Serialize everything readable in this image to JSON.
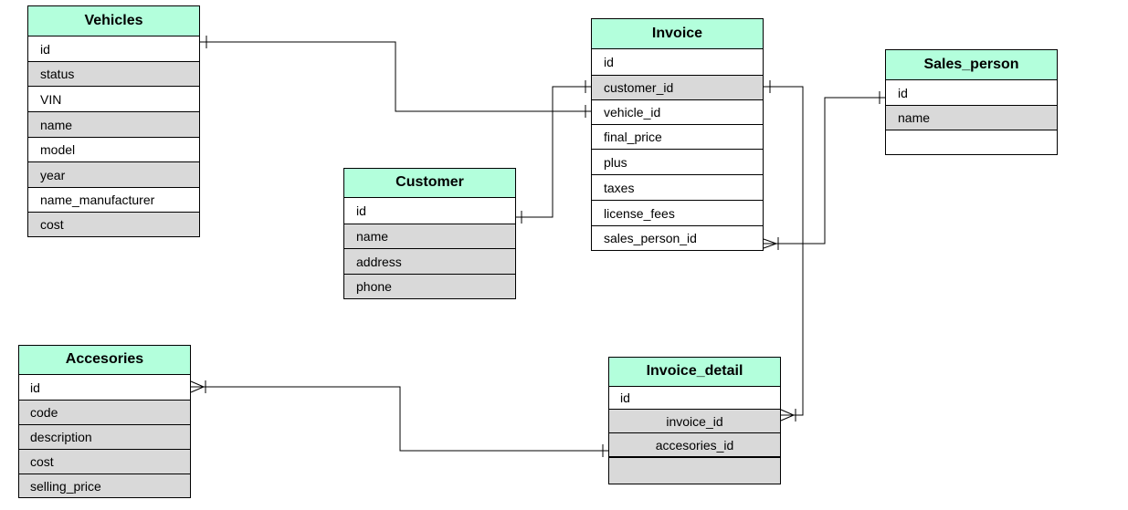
{
  "entities": {
    "vehicles": {
      "title": "Vehicles",
      "fields": [
        "id",
        "status",
        "VIN",
        "name",
        "model",
        "year",
        "name_manufacturer",
        "cost"
      ]
    },
    "invoice": {
      "title": "Invoice",
      "fields": [
        "id",
        "customer_id",
        "vehicle_id",
        "final_price",
        "plus",
        "taxes",
        "license_fees",
        "sales_person_id"
      ]
    },
    "sales_person": {
      "title": "Sales_person",
      "fields": [
        "id",
        "name",
        ""
      ]
    },
    "customer": {
      "title": "Customer",
      "fields": [
        "id",
        "name",
        "address",
        "phone"
      ]
    },
    "accesories": {
      "title": "Accesories",
      "fields": [
        "id",
        "code",
        "description",
        "cost",
        "selling_price"
      ]
    },
    "invoice_detail": {
      "title": "Invoice_detail",
      "fields": [
        "id",
        "invoice_id",
        "accesories_id",
        ""
      ]
    }
  },
  "colors": {
    "header": "#b3ffdc",
    "alt_row": "#d9d9d9",
    "line": "#000000"
  }
}
